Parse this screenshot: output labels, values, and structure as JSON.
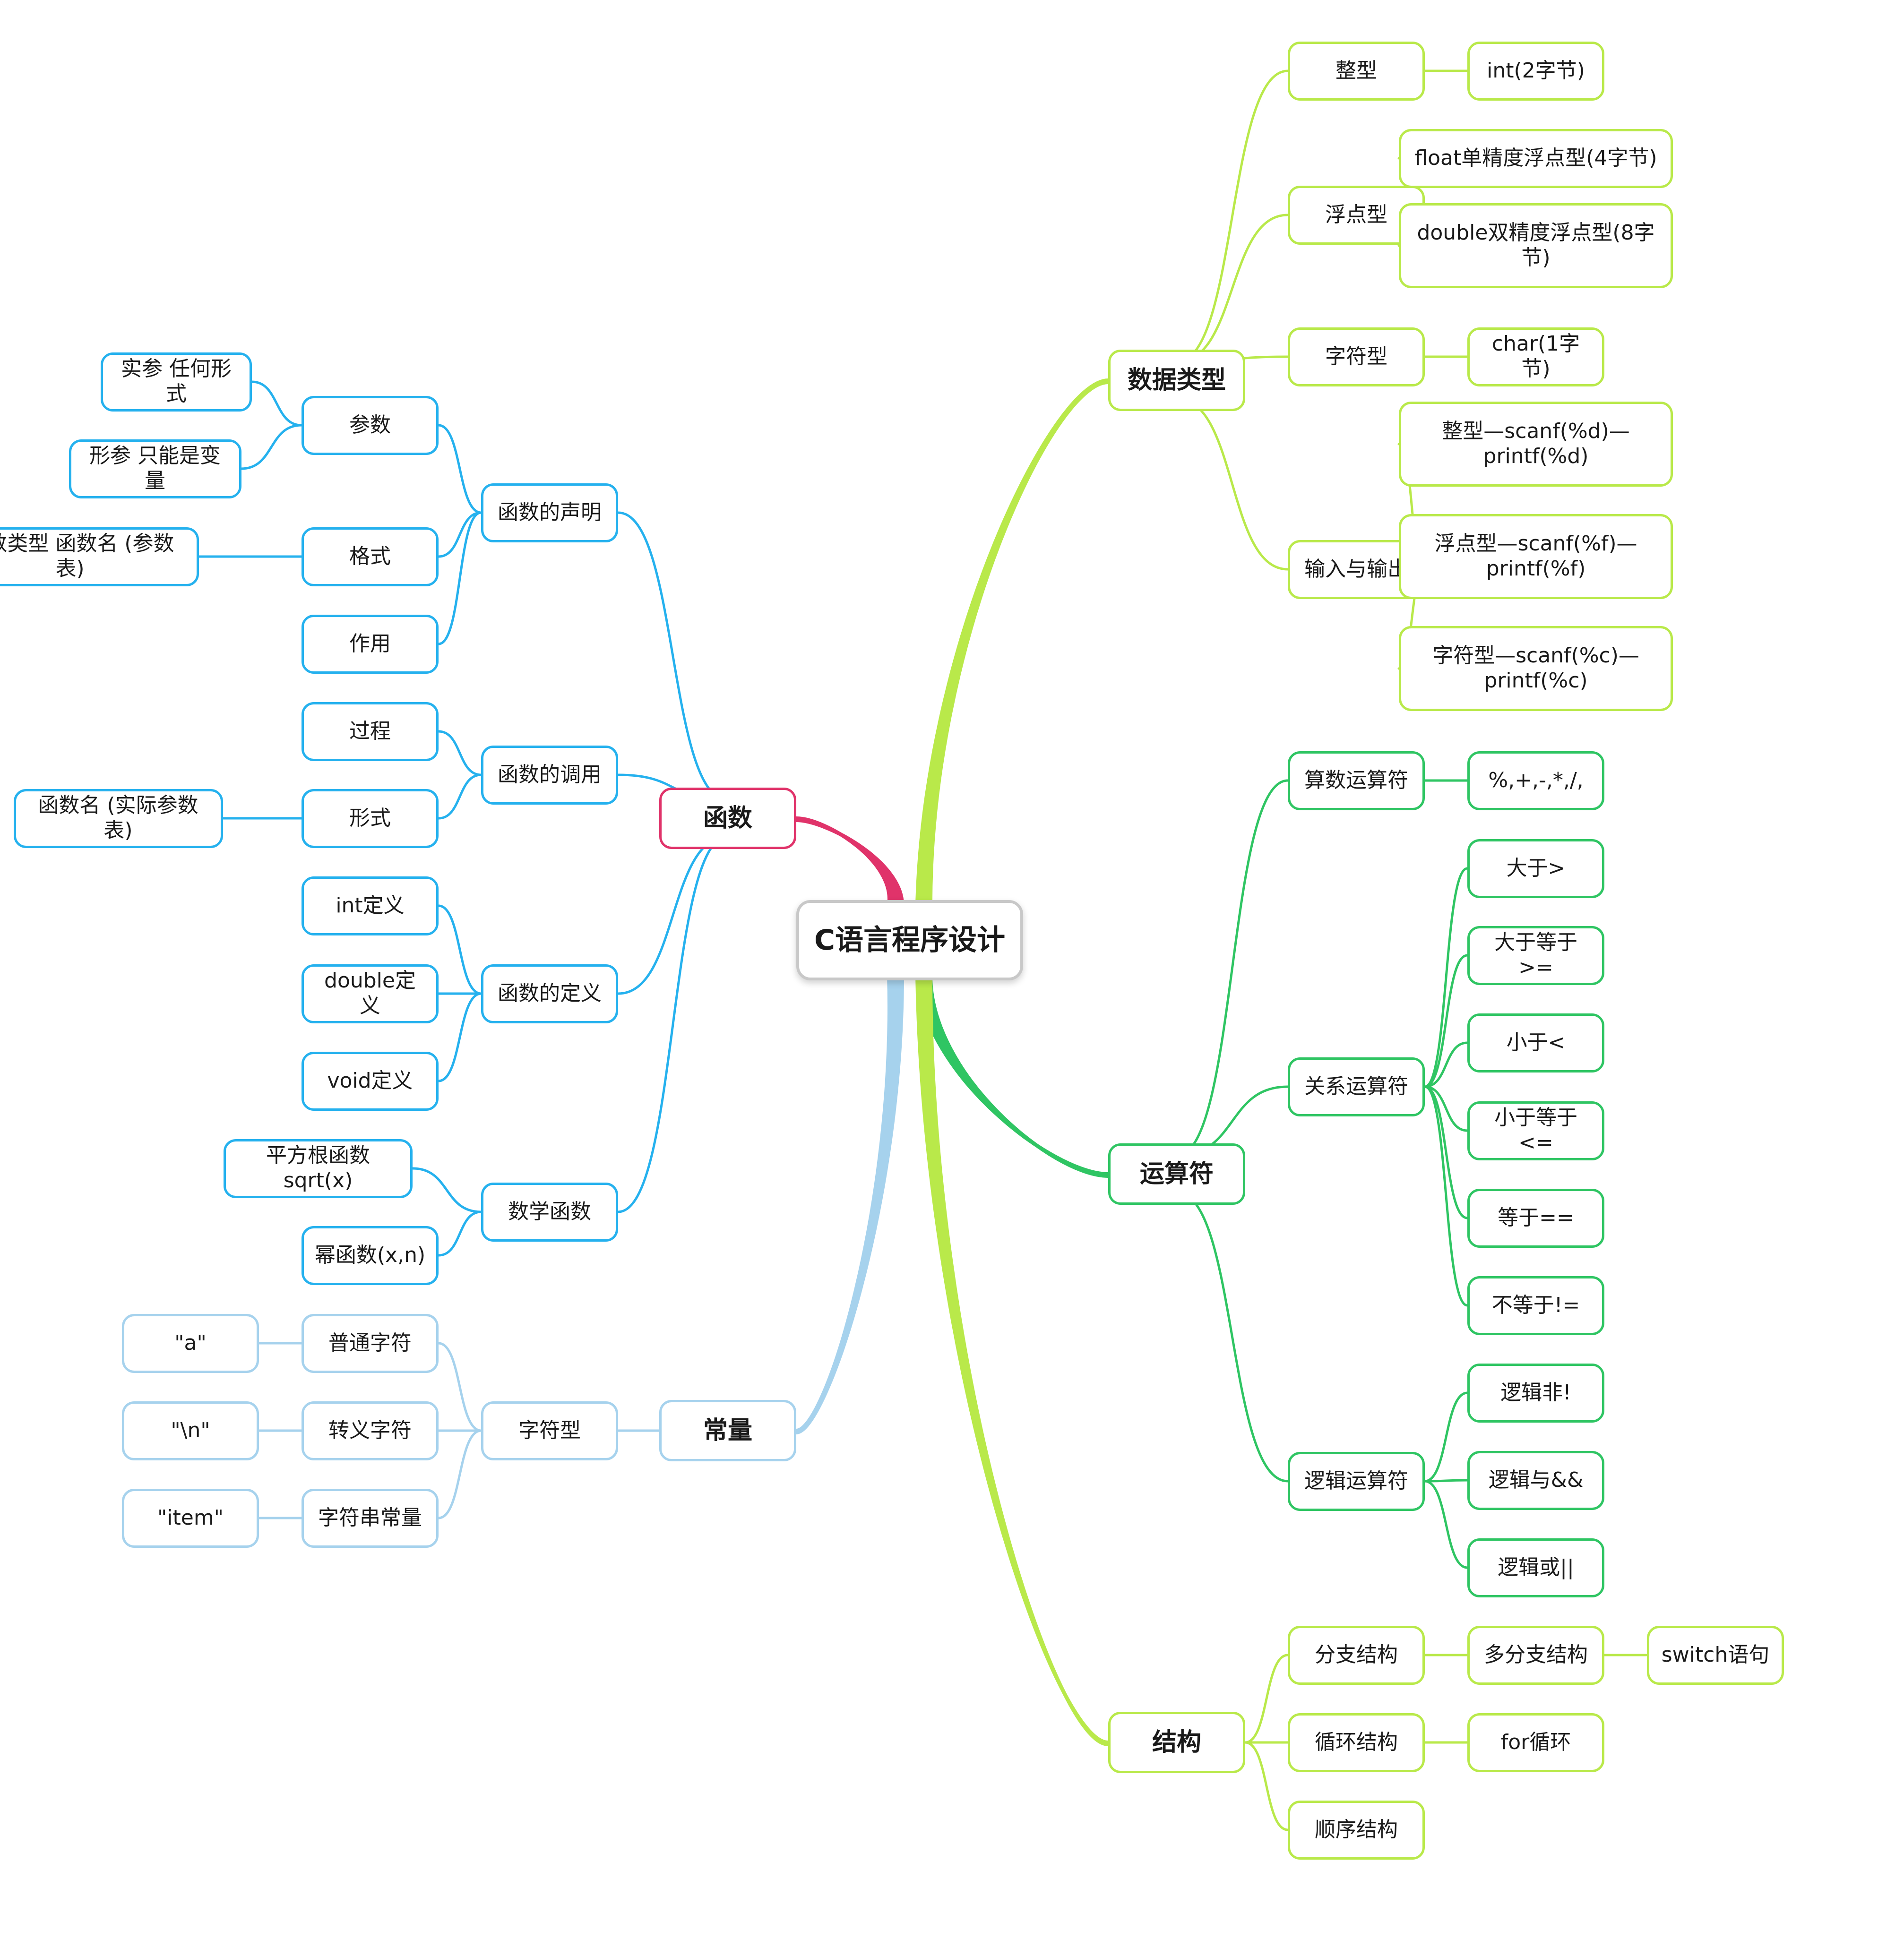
{
  "colors": {
    "data_types": "#b9e94a",
    "operators": "#2fc563",
    "structure": "#b9e94a",
    "functions": "#e0336a",
    "functions_children": "#25b1ee",
    "constants": "#a6d2ed",
    "root_border": "#c8c8c8"
  },
  "root": {
    "label": "C语言程序设计"
  },
  "branches": [
    {
      "label": "数据类型",
      "color_key": "data_types",
      "child_color_key": "data_types",
      "children": [
        {
          "label": "整型",
          "children": [
            {
              "label": "int(2字节)"
            }
          ]
        },
        {
          "label": "浮点型",
          "children": [
            {
              "label": "float单精度浮点型(4字节)"
            },
            {
              "label": "double双精度浮点型(8字节)"
            }
          ]
        },
        {
          "label": "字符型",
          "children": [
            {
              "label": "char(1字节)"
            }
          ]
        },
        {
          "label": "输入与输出",
          "children": [
            {
              "label": "整型—scanf(%d)—printf(%d)"
            },
            {
              "label": "浮点型—scanf(%f)—printf(%f)"
            },
            {
              "label": "字符型—scanf(%c)—printf(%c)"
            }
          ]
        }
      ]
    },
    {
      "label": "运算符",
      "color_key": "operators",
      "child_color_key": "operators",
      "children": [
        {
          "label": "算数运算符",
          "children": [
            {
              "label": "%,+,-,*,/,"
            }
          ]
        },
        {
          "label": "关系运算符",
          "children": [
            {
              "label": "大于>"
            },
            {
              "label": "大于等于>="
            },
            {
              "label": "小于<"
            },
            {
              "label": "小于等于<="
            },
            {
              "label": "等于=="
            },
            {
              "label": "不等于!="
            }
          ]
        },
        {
          "label": "逻辑运算符",
          "children": [
            {
              "label": "逻辑非!"
            },
            {
              "label": "逻辑与&&"
            },
            {
              "label": "逻辑或||"
            }
          ]
        }
      ]
    },
    {
      "label": "结构",
      "color_key": "structure",
      "child_color_key": "structure",
      "children": [
        {
          "label": "分支结构",
          "children": [
            {
              "label": "多分支结构",
              "children": [
                {
                  "label": "switch语句"
                }
              ]
            }
          ]
        },
        {
          "label": "循环结构",
          "children": [
            {
              "label": "for循环"
            }
          ]
        },
        {
          "label": "顺序结构"
        }
      ]
    },
    {
      "label": "函数",
      "color_key": "functions",
      "child_color_key": "functions_children",
      "children": [
        {
          "label": "函数的声明",
          "children": [
            {
              "label": "参数",
              "children": [
                {
                  "label": "实参 任何形式"
                },
                {
                  "label": "形参 只能是变量"
                }
              ]
            },
            {
              "label": "格式",
              "children": [
                {
                  "label": "函数类型 函数名 (参数表)"
                }
              ]
            },
            {
              "label": "作用"
            }
          ]
        },
        {
          "label": "函数的调用",
          "children": [
            {
              "label": "过程"
            },
            {
              "label": "形式",
              "children": [
                {
                  "label": "函数名 (实际参数表)"
                }
              ]
            }
          ]
        },
        {
          "label": "函数的定义",
          "children": [
            {
              "label": "int定义"
            },
            {
              "label": "double定义"
            },
            {
              "label": "void定义"
            }
          ]
        },
        {
          "label": "数学函数",
          "children": [
            {
              "label": "平方根函数sqrt(x)"
            },
            {
              "label": "幂函数(x,n)"
            }
          ]
        }
      ]
    },
    {
      "label": "常量",
      "color_key": "constants",
      "child_color_key": "constants",
      "children": [
        {
          "label": "字符型",
          "children": [
            {
              "label": "普通字符",
              "children": [
                {
                  "label": "\"a\""
                }
              ]
            },
            {
              "label": "转义字符",
              "children": [
                {
                  "label": "\"\\n\""
                }
              ]
            },
            {
              "label": "字符串常量",
              "children": [
                {
                  "label": "\"item\""
                }
              ]
            }
          ]
        }
      ]
    }
  ]
}
